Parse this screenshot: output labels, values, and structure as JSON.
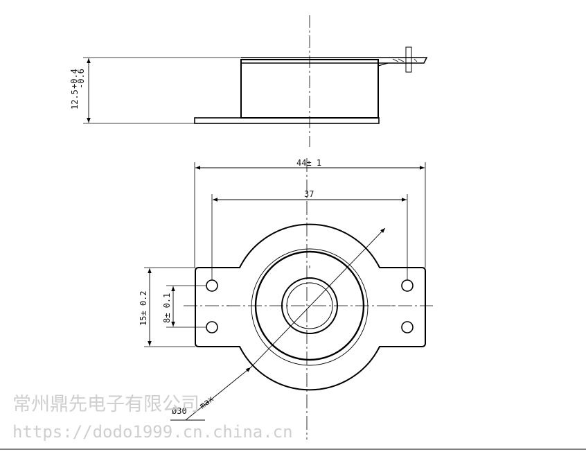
{
  "dimensions": {
    "height": "12.5",
    "height_tol_upper": "+0.4",
    "height_tol_lower": "-0.6",
    "overall_width": "44± 1",
    "hole_spacing": "37",
    "flange_height": "15± 0.2",
    "hole_pitch": "8± 0.1",
    "diameter": "Ø30",
    "diameter_note": "max"
  },
  "watermark": {
    "company": "常州鼎先电子有限公司",
    "url": "https://dodo1999.cn.china.cn"
  },
  "colors": {
    "line": "#000000",
    "watermark": "#cfcfcf",
    "background": "#ffffff"
  }
}
